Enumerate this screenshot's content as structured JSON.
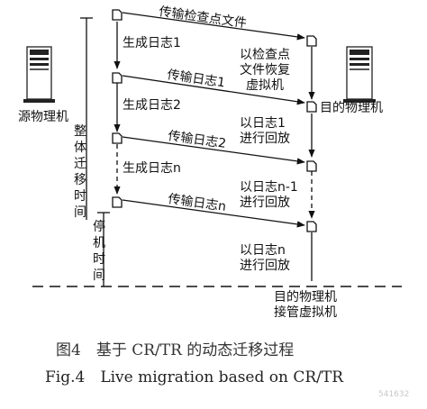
{
  "diagram": {
    "source_host": "源物理机",
    "target_host": "目的物理机",
    "total_migration_time": [
      "整",
      "体",
      "迁",
      "移",
      "时",
      "间"
    ],
    "downtime": [
      "停",
      "机",
      "时",
      "间"
    ],
    "steps": {
      "transfer_checkpoint": "传输检查点文件",
      "gen_log_1": "生成日志1",
      "restore_vm": [
        "以检查点",
        "文件恢复",
        "虚拟机"
      ],
      "transfer_log_1": "传输日志1",
      "gen_log_2": "生成日志2",
      "replay_log_1": [
        "以日志1",
        "进行回放"
      ],
      "transfer_log_2": "传输日志2",
      "gen_log_n": "生成日志n",
      "replay_log_n1": [
        "以日志n-1",
        "进行回放"
      ],
      "transfer_log_n": "传输日志n",
      "replay_log_n": [
        "以日志n",
        "进行回放"
      ],
      "takeover": [
        "目的物理机",
        "接管虚拟机"
      ]
    }
  },
  "caption": {
    "chinese": "图4　基于 CR/TR 的动态迁移过程",
    "english": "Fig.4　Live migration based on CR/TR"
  },
  "watermark": "541632"
}
